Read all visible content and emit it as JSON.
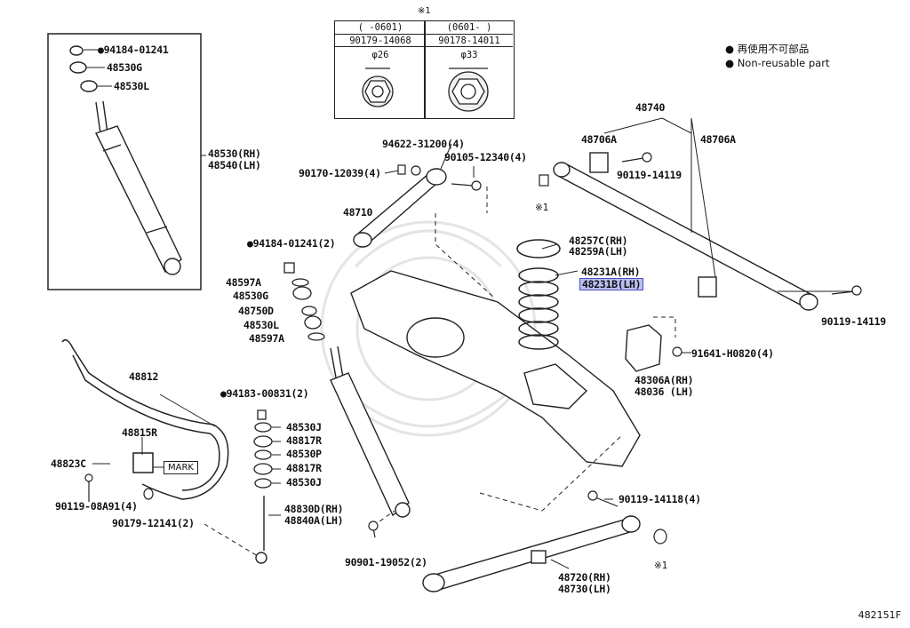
{
  "diagram_id": "482151F",
  "legend": {
    "non_reusable_jp": "再使用不可部品",
    "non_reusable_en": "Non-reusable part"
  },
  "table": {
    "mark": "※1",
    "col1_header": "(    -0601)",
    "col2_header": "(0601-    )",
    "col1_part": "90179-14068",
    "col2_part": "90178-14011",
    "col1_size": "φ26",
    "col2_size": "φ33"
  },
  "labels": {
    "p94184_top": "94184-01241",
    "p48530g_top": "48530G",
    "p48530l_top": "48530L",
    "p48530_rh": "48530(RH)",
    "p48540_lh": "48540(LH)",
    "p94622": "94622-31200(4)",
    "p90105": "90105-12340(4)",
    "p90170": "90170-12039(4)",
    "p48710": "48710",
    "p94184_2": "94184-01241(2)",
    "p48597a_1": "48597A",
    "p48530g_2": "48530G",
    "p48750d": "48750D",
    "p48530l_2": "48530L",
    "p48597a_2": "48597A",
    "p48740": "48740",
    "p48706a_l": "48706A",
    "p48706a_r": "48706A",
    "p90119_14119_a": "90119-14119",
    "star1_a": "※1",
    "p48257c": "48257C(RH)",
    "p48259a": "48259A(LH)",
    "p48231a": "48231A(RH)",
    "p48231b": "48231B(LH)",
    "p90119_14119_b": "90119-14119",
    "p91641": "91641-H0820(4)",
    "p48306a": "48306A(RH)",
    "p48036": "48036  (LH)",
    "p48812": "48812",
    "p94183": "94183-00831(2)",
    "p48530j_1": "48530J",
    "p48817r_1": "48817R",
    "p48530p": "48530P",
    "p48817r_2": "48817R",
    "p48530j_2": "48530J",
    "p48815r": "48815R",
    "p48823c": "48823C",
    "mark": "MARK",
    "p90119_08a91": "90119-08A91(4)",
    "p90179_12141": "90179-12141(2)",
    "p48830d": "48830D(RH)",
    "p48840a": "48840A(LH)",
    "p90901": "90901-19052(2)",
    "p90119_14118": "90119-14118(4)",
    "star1_b": "※1",
    "p48720": "48720(RH)",
    "p48730": "48730(LH)"
  },
  "colors": {
    "line": "#1a1a1a",
    "highlight_fill": "#b9bff0",
    "highlight_border": "#4a4fc0",
    "watermark": "#e3e3e3"
  }
}
